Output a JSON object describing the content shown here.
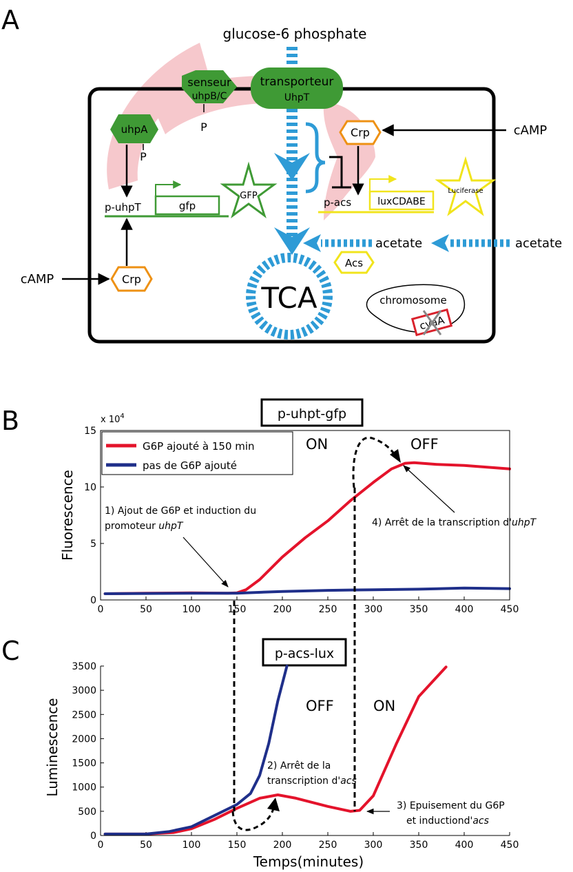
{
  "colors": {
    "green": "#3f9a35",
    "pink": "#f6c8cc",
    "blue_dash": "#2e9bd6",
    "orange": "#ee9114",
    "yellow": "#f1e41c",
    "red": "#e4132b",
    "navy": "#1f2f8a",
    "box_red": "#d9222c"
  },
  "panel_a": {
    "label": "A",
    "glucose": "glucose-6 phosphate",
    "transporter_1": "transporteur",
    "transporter_2": "UhpT",
    "sensor_1": "senseur",
    "sensor_2": "uhpB/C",
    "phospho": "P",
    "uhpA": "uhpA",
    "crp": "Crp",
    "camp": "cAMP",
    "p_uhpT": "p-uhpT",
    "gfp_gene": "gfp",
    "gfp_protein": "GFP",
    "p_acs": "p-acs",
    "lux_gene": "luxCDABE",
    "luciferase": "Luciferase",
    "acetate": "acetate",
    "acs": "Acs",
    "tca": "TCA",
    "chromosome": "chromosome",
    "cyaA": "cyaA"
  },
  "panel_b": {
    "label": "B",
    "title": "p-uhpt-gfp",
    "exponent": "x 10",
    "exponent_power": "4",
    "on": "ON",
    "off": "OFF",
    "note1_line1": "1) Ajout de G6P et induction du",
    "note1_line2": "promoteur ",
    "note1_italic": "uhpT",
    "note4": "4) Arrêt de la transcription d'",
    "note4_italic": "uhpT",
    "legend": [
      "G6P ajouté à 150 min",
      "pas de G6P ajouté"
    ]
  },
  "panel_c": {
    "label": "C",
    "title": "p-acs-lux",
    "off": "OFF",
    "on": "ON",
    "note2_line1": "2) Arrêt de la",
    "note2_line2": "transcription d'",
    "note2_italic": "acs",
    "note3_line1": "3) Epuisement du G6P",
    "note3_line2": "et inductiond'",
    "note3_italic": "acs"
  },
  "chart_data": [
    {
      "type": "line",
      "title": "p-uhpt-gfp",
      "xlabel": "",
      "ylabel": "Fluorescence",
      "xlim": [
        0,
        450
      ],
      "ylim": [
        0,
        150000
      ],
      "xticks": [
        0,
        50,
        100,
        150,
        200,
        250,
        300,
        350,
        400,
        450
      ],
      "yticks": [
        0,
        5,
        10,
        15
      ],
      "scale_note": "x 10^4",
      "legend_position": "top-left",
      "grid": false,
      "series": [
        {
          "name": "G6P ajouté à 150 min",
          "color": "#e4132b",
          "x": [
            5,
            50,
            100,
            140,
            150,
            160,
            175,
            200,
            225,
            250,
            275,
            300,
            320,
            335,
            345,
            370,
            400,
            450
          ],
          "y": [
            5500,
            6000,
            6200,
            6000,
            6200,
            9000,
            18000,
            38000,
            55000,
            70000,
            88000,
            104000,
            116000,
            121000,
            121500,
            120000,
            119000,
            116000
          ]
        },
        {
          "name": "pas de G6P ajouté",
          "color": "#1f2f8a",
          "x": [
            5,
            100,
            150,
            200,
            250,
            300,
            350,
            400,
            450
          ],
          "y": [
            5500,
            6000,
            6000,
            7500,
            8500,
            9000,
            9500,
            10500,
            10000
          ]
        }
      ]
    },
    {
      "type": "line",
      "title": "p-acs-lux",
      "xlabel": "Temps(minutes)",
      "ylabel": "Luminescence",
      "xlim": [
        0,
        450
      ],
      "ylim": [
        0,
        3500
      ],
      "xticks": [
        0,
        50,
        100,
        150,
        200,
        250,
        300,
        350,
        400,
        450
      ],
      "yticks": [
        0,
        500,
        1000,
        1500,
        2000,
        2500,
        3000,
        3500
      ],
      "legend_position": "none",
      "grid": false,
      "series": [
        {
          "name": "G6P ajouté à 150 min",
          "color": "#e4132b",
          "x": [
            5,
            50,
            80,
            100,
            125,
            150,
            175,
            195,
            215,
            250,
            275,
            285,
            300,
            325,
            350,
            380
          ],
          "y": [
            30,
            30,
            60,
            140,
            330,
            560,
            770,
            840,
            770,
            600,
            500,
            520,
            820,
            1880,
            2870,
            3480
          ]
        },
        {
          "name": "pas de G6P ajouté",
          "color": "#1f2f8a",
          "x": [
            5,
            50,
            75,
            100,
            125,
            150,
            165,
            175,
            185,
            195,
            205
          ],
          "y": [
            30,
            30,
            80,
            180,
            410,
            640,
            870,
            1240,
            1900,
            2780,
            3500
          ]
        }
      ]
    }
  ]
}
